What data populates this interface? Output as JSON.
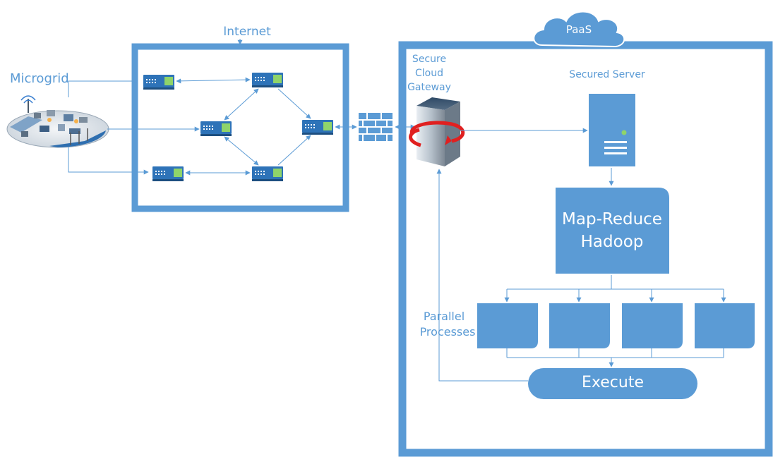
{
  "labels": {
    "internet": "Internet",
    "paas": "PaaS",
    "microgrid": "Microgrid",
    "gateway_line1": "Secure",
    "gateway_line2": "Cloud",
    "gateway_line3": "Gateway",
    "secured_server": "Secured Server",
    "mapreduce_line1": "Map-Reduce",
    "mapreduce_line2": "Hadoop",
    "parallel_line1": "Parallel",
    "parallel_line2": "Processes",
    "execute": "Execute"
  },
  "colors": {
    "accent": "#5b9bd5",
    "arrow_red": "#e02020",
    "router_green": "#8fd46a"
  },
  "icons": {
    "router": "network-switch-icon",
    "firewall": "firewall-icon",
    "gateway": "server-tower-icon",
    "server": "server-icon",
    "microgrid": "microgrid-map-icon",
    "cloud": "cloud-icon"
  }
}
